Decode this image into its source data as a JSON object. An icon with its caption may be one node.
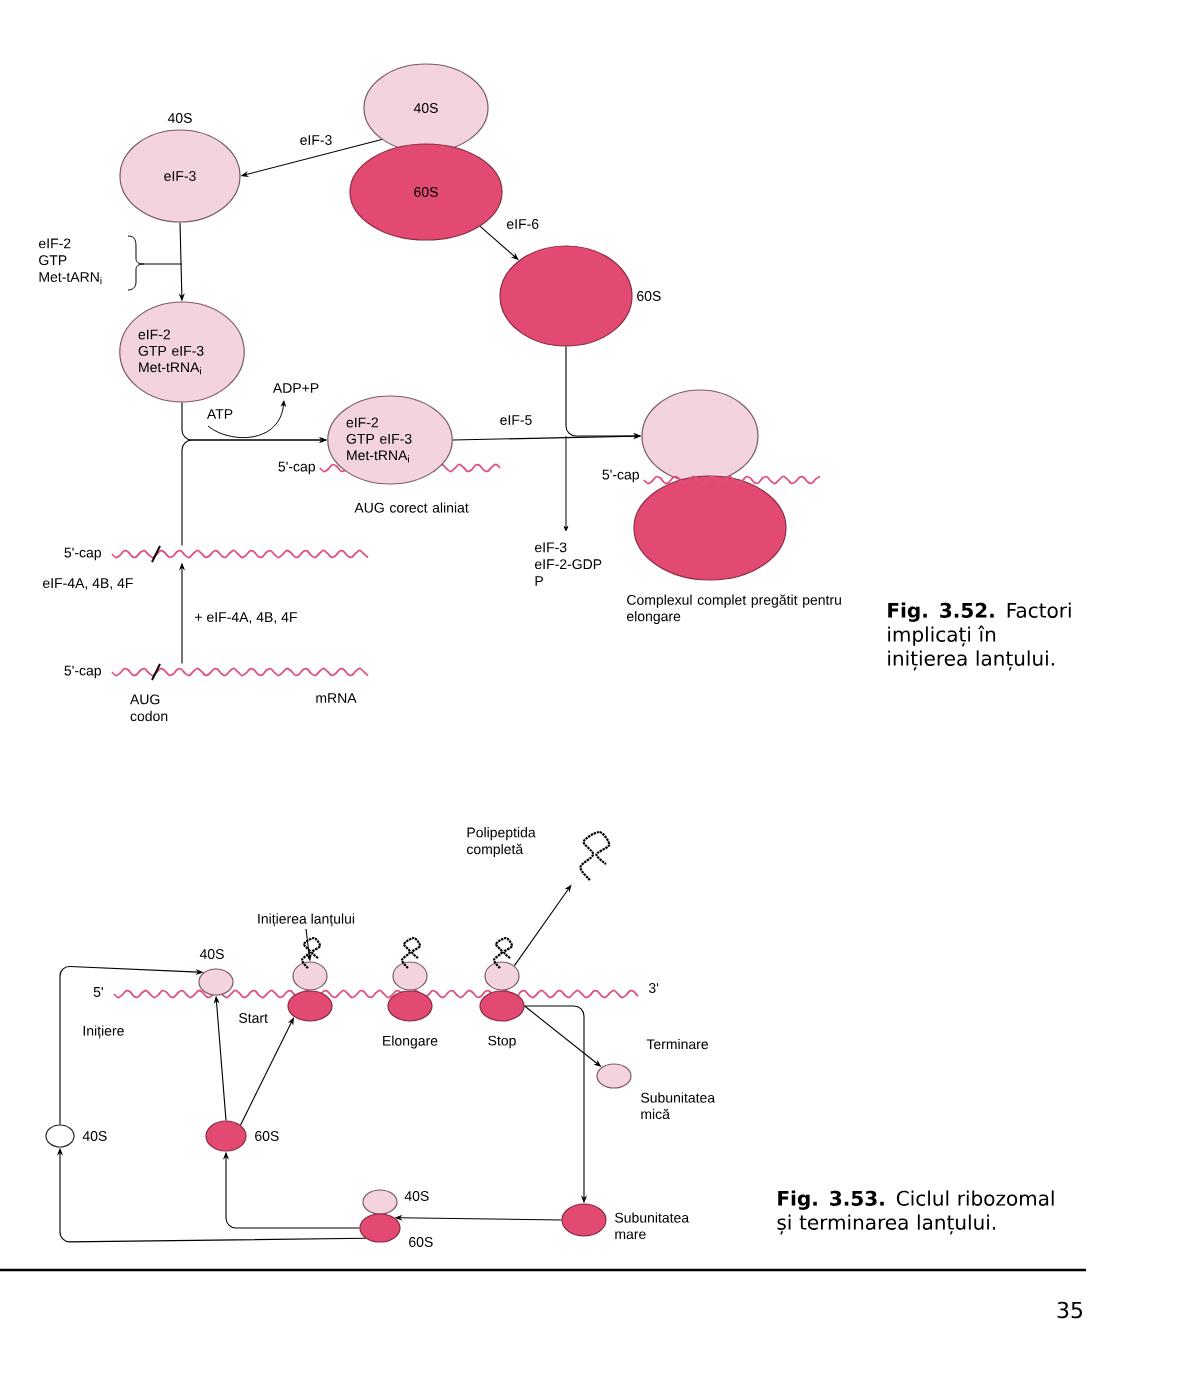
{
  "diagram": {
    "nodes": [
      {
        "text": [
          "40S"
        ]
      },
      {
        "text": [
          "60S"
        ]
      },
      {
        "text": [
          "40S",
          "eIF-3"
        ]
      },
      {
        "text": [
          "60S"
        ]
      },
      {
        "text": [
          "eIF-2 GTP eIF-3 Met-tRNA$_{i}$"
        ]
      },
      {
        "text": [
          "eIF-2 GTP eIF-3 Met-tRNA$_{i}$"
        ],
        "beside": [
          "AUG corect aliniat"
        ]
      },
      {
        "text": [],
        "shape": "ellipse"
      },
      {
        "text": [],
        "shape": "ellipse",
        "beside": [
          "Complexul complet pregătit pentru elongare"
        ]
      },
      {
        "text": [],
        "shape": "wave",
        "beside": [
          "5'-cap"
        ]
      },
      {
        "text": [],
        "shape": "wave",
        "beside": [
          "5'-cap",
          "mRNA"
        ]
      },
      {
        "text": [],
        "shape": "wave",
        "beside": [
          "5'",
          "3'"
        ]
      },
      {
        "text": [
          "40S"
        ],
        "beside": [
          "Start"
        ]
      },
      {
        "text": [],
        "shape": "ellipse"
      },
      {
        "text": [],
        "shape": "ellipse"
      },
      {
        "text": [],
        "shape": "ellipse"
      },
      {
        "text": [],
        "shape": "ellipse",
        "beside": [
          "Elongare"
        ]
      },
      {
        "text": [],
        "shape": "ellipse"
      },
      {
        "text": [],
        "shape": "ellipse",
        "beside": [
          "Stop"
        ]
      },
      {
        "text": [
          "Inițierea lanțului"
        ]
      },
      {
        "text": [],
        "shape": "picture"
      },
      {
        "text": [],
        "shape": "ellipse",
        "beside": [
          "Subunitatea mică"
        ]
      },
      {
        "text": [],
        "shape": "ellipse",
        "beside": [
          "Subunitatea mare"
        ]
      },
      {
        "text": [],
        "shape": "ellipse",
        "beside": [
          "40S"
        ]
      },
      {
        "text": [],
        "shape": "ellipse",
        "beside": [
          "60S"
        ]
      },
      {
        "text": [],
        "shape": "ellipse",
        "beside": [
          "60S"
        ]
      },
      {
        "text": [],
        "shape": "ellipse",
        "beside": [
          "40S"
        ]
      }
    ],
    "edges": [
      {
        "from": 0,
        "to": 2,
        "arrow": "to",
        "label": "eIF-3"
      },
      {
        "from": 1,
        "to": 3,
        "arrow": "to",
        "label": "eIF-6"
      },
      {
        "from": 2,
        "to": 4,
        "arrow": "to"
      },
      {
        "from": 4,
        "to": 5,
        "arrow": "to"
      },
      {
        "from": 8,
        "to": 5,
        "arrow": "to"
      },
      {
        "from": 9,
        "to": 8,
        "arrow": "to",
        "label": "+ eIF-4A, 4B, 4F"
      },
      {
        "from": 3,
        "to": 6,
        "arrow": "to"
      },
      {
        "from": 5,
        "to": 6,
        "arrow": "to"
      },
      {
        "from": 25,
        "to": 11,
        "arrow": "to"
      },
      {
        "from": 24,
        "to": 11,
        "arrow": "to"
      },
      {
        "from": 24,
        "to": 13,
        "arrow": "to"
      },
      {
        "from": 18,
        "to": 12,
        "arrow": "to"
      },
      {
        "from": 16,
        "to": 19,
        "arrow": "to"
      },
      {
        "from": 17,
        "to": 20,
        "arrow": "to"
      },
      {
        "from": 17,
        "to": 21,
        "arrow": "to"
      },
      {
        "from": 21,
        "to": 23,
        "arrow": "to"
      },
      {
        "from": 23,
        "to": 24,
        "arrow": "to"
      },
      {
        "from": 23,
        "to": 25,
        "arrow": "to"
      }
    ],
    "labels": [
      "eIF-2 GTP Met-tARN$_{i}$",
      "ATP",
      "ADP+P",
      "5'-cap",
      "eIF-4A, 4B, 4F",
      "AUG codon",
      "eIF-5",
      "5'-cap",
      "eIF-3 eIF-2-GDP P",
      "**Fig. 3.52.** Factori implicați în inițierea lanțului.",
      "Polipeptida completă",
      "Inițiere",
      "Terminare",
      "**Fig. 3.53.** Ciclul ribozomal și terminarea lanțului.",
      "35"
    ]
  }
}
